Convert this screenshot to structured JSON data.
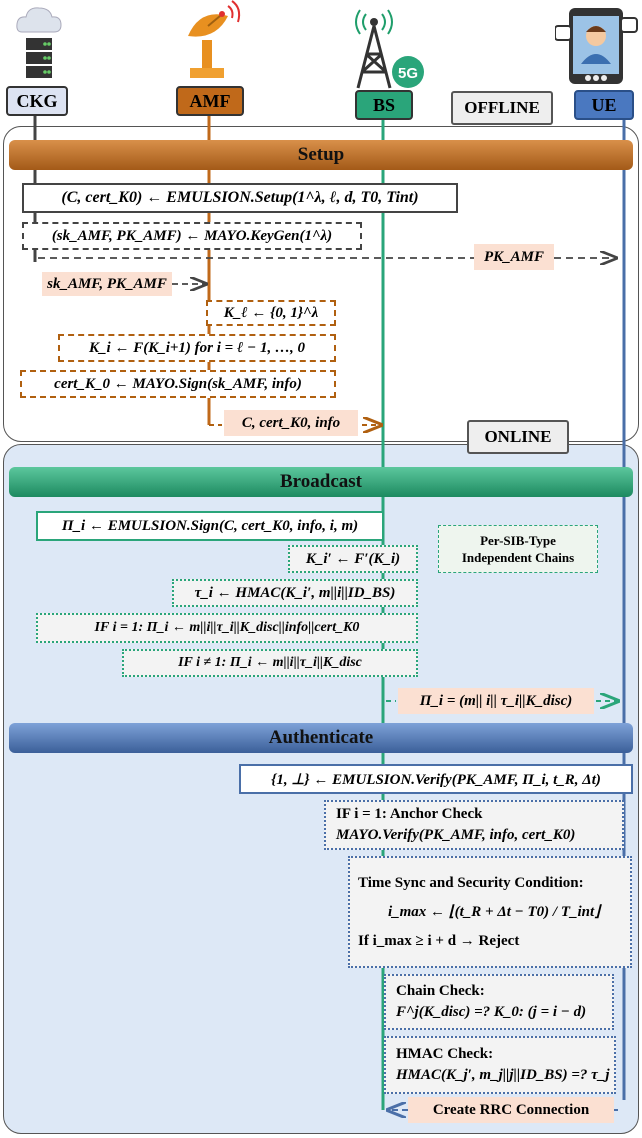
{
  "entities": {
    "ckg": "CKG",
    "amf": "AMF",
    "bs": "BS",
    "ue": "UE",
    "bs_badge": "5G"
  },
  "phases": {
    "offline": "OFFLINE",
    "online": "ONLINE"
  },
  "sections": {
    "setup": "Setup",
    "broadcast": "Broadcast",
    "authenticate": "Authenticate"
  },
  "setup": {
    "emulsion_setup": "(C, cert_K0) ← EMULSION.Setup(1^λ, ℓ, d, T0, Tint)",
    "mayo_keygen": "(sk_AMF, PK_AMF) ← MAYO.KeyGen(1^λ)",
    "pk_amf_to_ue": "PK_AMF",
    "sk_pk_to_amf": "sk_AMF, PK_AMF",
    "k_ell": "K_ℓ ← {0, 1}^λ",
    "k_chain": "K_i ← F(K_i+1) for i = ℓ − 1, …, 0",
    "cert_sign": "cert_K_0 ← MAYO.Sign(sk_AMF, info)",
    "to_bs": "C, cert_K0, info"
  },
  "broadcast": {
    "sign": "Π_i ← EMULSION.Sign(C, cert_K0, info, i, m)",
    "derive_key": "K_i′ ← F′(K_i)",
    "hmac": "τ_i ← HMAC(K_i′, m||i||ID_BS)",
    "if_first": "IF i = 1: Π_i ← m||i||τ_i||K_disc||info||cert_K0",
    "if_not_first": "IF i ≠ 1:  Π_i ← m||i||τ_i||K_disc",
    "to_ue": "Π_i = (m|| i|| τ_i||K_disc)",
    "note_line1": "Per-SIB-Type",
    "note_line2": "Independent Chains"
  },
  "authenticate": {
    "verify": "{1, ⊥} ← EMULSION.Verify(PK_AMF, Π_i, t_R, Δt)",
    "anchor_title": "IF i = 1: Anchor Check",
    "anchor_body": "MAYO.Verify(PK_AMF, info, cert_K0)",
    "time_title": "Time Sync and Security Condition:",
    "time_formula": "i_max ← ⌊(t_R + Δt − T0) / T_int⌋",
    "time_reject": "If i_max ≥ i + d → Reject",
    "chain_title": "Chain Check:",
    "chain_body": "F^j(K_disc) =? K_0: (j = i − d)",
    "hmac_title": "HMAC Check:",
    "hmac_body": "HMAC(K_j′, m_j||j||ID_BS) =? τ_j",
    "rrc": "Create RRC Connection"
  },
  "colors": {
    "amf": "#c0691a",
    "bs": "#2aa57a",
    "ue": "#4a6fa8",
    "ckg": "#444444",
    "tag": "#fbe0d2"
  }
}
